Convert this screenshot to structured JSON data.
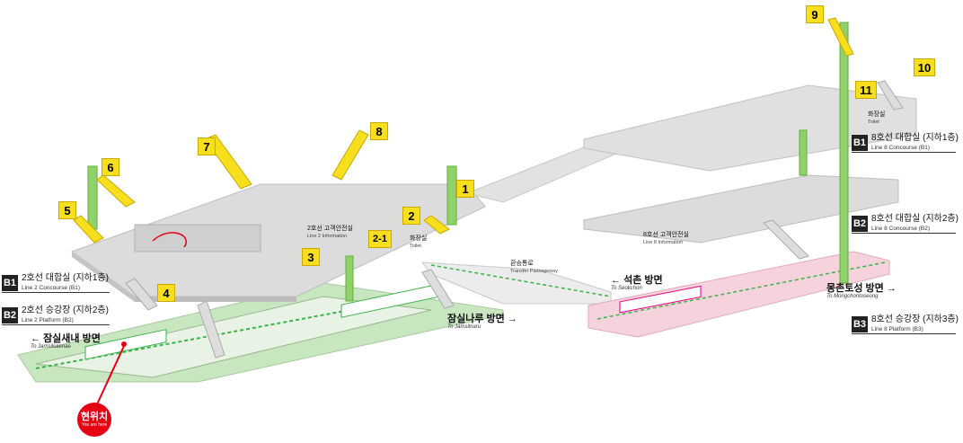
{
  "floors": [
    {
      "code": "B1",
      "ko": "2호선 대합실 (지하1층)",
      "en": "Line 2 Concourse (B1)"
    },
    {
      "code": "B2",
      "ko": "2호선 승강장 (지하2층)",
      "en": "Line 2 Platform (B2)"
    },
    {
      "code": "B1",
      "ko": "8호선 대합실 (지하1층)",
      "en": "Line 8 Concourse (B1)"
    },
    {
      "code": "B2",
      "ko": "8호선 대합실 (지하2층)",
      "en": "Line 8 Concourse (B2)"
    },
    {
      "code": "B3",
      "ko": "8호선 승강장 (지하3층)",
      "en": "Line 8 Platform (B3)"
    }
  ],
  "exits": [
    "1",
    "2",
    "2-1",
    "3",
    "4",
    "5",
    "6",
    "7",
    "8",
    "9",
    "10",
    "11"
  ],
  "directions": [
    {
      "ko": "잠실새내 방면",
      "en": "To Jamsilsaenae",
      "arrow": "left"
    },
    {
      "ko": "잠실나루 방면",
      "en": "To Jamsilnaru",
      "arrow": "right"
    },
    {
      "ko": "석촌 방면",
      "en": "To Seokchon",
      "arrow": "left"
    },
    {
      "ko": "몽촌토성 방면",
      "en": "To Mongchontoseong",
      "arrow": "right"
    }
  ],
  "facilities": {
    "line2_info": {
      "ko": "2호선 고객안전실",
      "en": "Line 2 Information"
    },
    "line8_info": {
      "ko": "8호선 고객안전실",
      "en": "Line 8 Information"
    },
    "toilet_b1": {
      "ko": "화장실",
      "en": "Toilet"
    },
    "toilet_b1_line8": {
      "ko": "화장실",
      "en": "Toilet"
    },
    "transfer": {
      "ko": "환승통로",
      "en": "Transfer Passageway"
    }
  },
  "you_are_here": {
    "ko": "현위치",
    "en": "You are here"
  },
  "colors": {
    "exit_yellow": "#f7df1e",
    "line2_green": "#3bb34a",
    "line8_pink": "#e6007e",
    "you_are_here_red": "#e60012",
    "floor_gray": "#d9d9d9",
    "line2_platform": "#c8e6c0",
    "line8_platform": "#f6d2dc",
    "elevator_green": "#8fd16a"
  }
}
